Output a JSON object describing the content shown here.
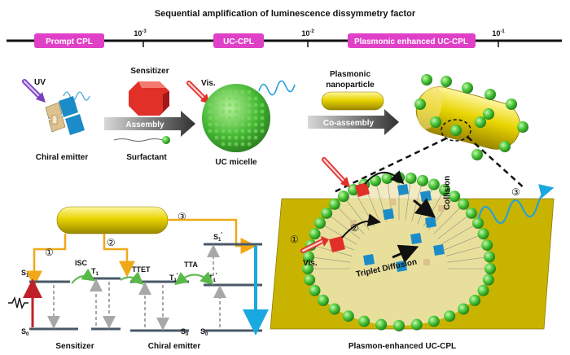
{
  "title": "Sequential amplification of luminescence dissymmetry factor",
  "timeline": {
    "stages": [
      "Prompt CPL",
      "UC-CPL",
      "Plasmonic enhanced UC-CPL"
    ],
    "ticks": [
      {
        "base": "10",
        "exp": "-3"
      },
      {
        "base": "10",
        "exp": "-2"
      },
      {
        "base": "10",
        "exp": "-1"
      }
    ]
  },
  "scheme": {
    "uv_label": "UV",
    "vis_label": "Vis.",
    "sensitizer_label": "Sensitizer",
    "assembly_label": "Assembly",
    "chiral_emitter_label": "Chiral emitter",
    "surfactant_label": "Surfactant",
    "uc_micelle_label": "UC micelle",
    "plasmonic_label_line1": "Plasmonic",
    "plasmonic_label_line2": "nanoparticle",
    "coassembly_label": "Co-assembly"
  },
  "energy": {
    "s1": "S",
    "s1_sub": "1",
    "isc": "ISC",
    "ttet": "TTET",
    "tta": "TTA",
    "t1p": "T",
    "t1p_sub": "1",
    "t1p_sup": "'",
    "s1p_sup": "'",
    "s0": "S",
    "s0_sub": "0",
    "circle1": "①",
    "circle2": "②",
    "circle3": "③",
    "sensitizer_caption": "Sensitizer",
    "chiral_caption": "Chiral emitter"
  },
  "micelle_detail": {
    "collision": "Collision",
    "triplet_diffusion": "Triplet Diffusion",
    "vis": "Vis.",
    "circle1": "①",
    "circle2": "②",
    "circle3": "③",
    "caption": "Plasmon-enhanced  UC-CPL"
  },
  "colors": {
    "stage_pill": "#e040c8",
    "gold": "#d9c500",
    "green": "#3cb832",
    "orange_arrow": "#f0a818",
    "blue_arrow": "#19a8e0",
    "red_arrow": "#c0202a",
    "level_dark": "#4a5868",
    "sensitizer_red": "#e83030",
    "emitter_blue": "#1c8cc8"
  }
}
